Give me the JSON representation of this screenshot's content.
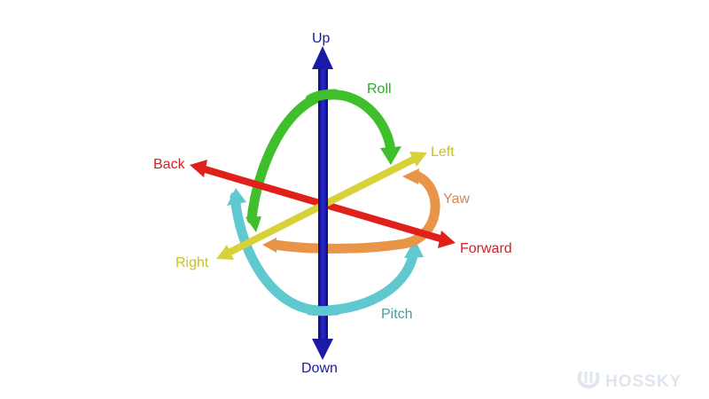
{
  "diagram": {
    "axes": {
      "up": "Up",
      "down": "Down",
      "back": "Back",
      "forward": "Forward",
      "left": "Left",
      "right": "Right"
    },
    "rotations": {
      "roll": "Roll",
      "yaw": "Yaw",
      "pitch": "Pitch"
    }
  },
  "watermark": {
    "text": "HOSSKY"
  },
  "colors": {
    "vertical_axis": "#1a1aa6",
    "back_forward_axis": "#e0211b",
    "left_right_axis": "#d8d23a",
    "roll": "#3fbf2b",
    "yaw": "#e8954a",
    "pitch": "#5fc9cf",
    "label_blue": "#1a1aa6",
    "label_red": "#d42020",
    "label_yellow": "#c9c21f",
    "label_green": "#2fa82a",
    "label_orange": "#cf8a55",
    "label_teal": "#4d9a96",
    "watermark": "#dfe6ee"
  }
}
